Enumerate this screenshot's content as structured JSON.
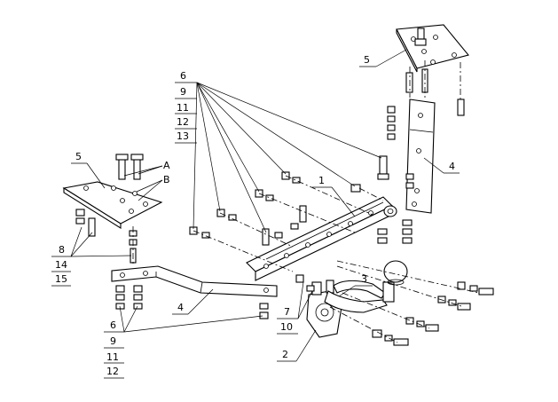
{
  "callouts": {
    "c1": "1",
    "c2": "2",
    "c3": "3",
    "c4_right": "4",
    "c4_left": "4",
    "c5_right": "5",
    "c5_left": "5",
    "c7": "7",
    "c10": "10",
    "c8": "8",
    "c14": "14",
    "c15": "15",
    "cA": "A",
    "cB": "B"
  },
  "stack_top": [
    "6",
    "9",
    "11",
    "12",
    "13"
  ],
  "stack_bottom": [
    "6",
    "9",
    "11",
    "12"
  ]
}
